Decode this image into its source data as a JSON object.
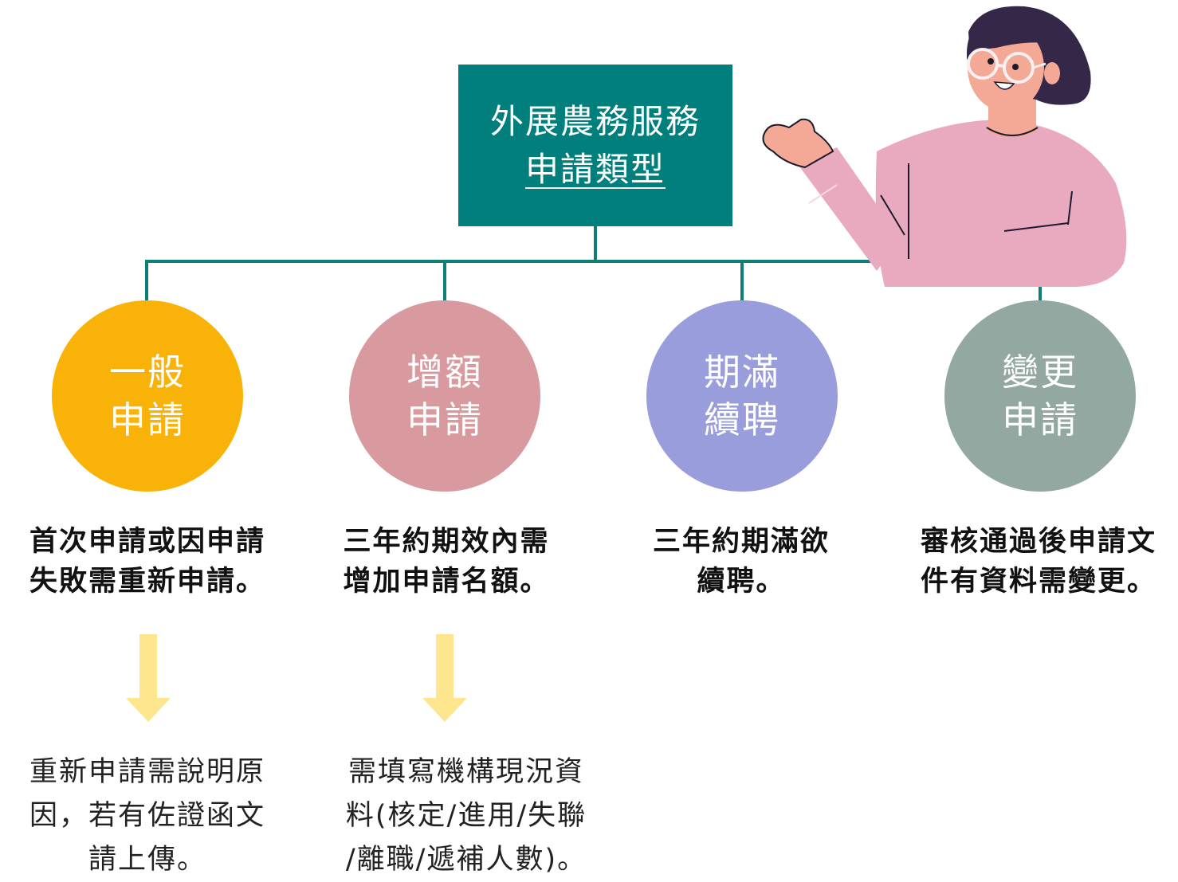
{
  "title": {
    "line1": "外展農務服務",
    "line2": "申請類型"
  },
  "colors": {
    "title_bg": "#007f7d",
    "connector": "#0f7d78",
    "general": "#f9b208",
    "increase": "#d89a9f",
    "renewal": "#9a9ddb",
    "change": "#93a8a1",
    "arrow": "#fde68e"
  },
  "categories": [
    {
      "label_line1": "一般",
      "label_line2": "申請",
      "desc_line1": "首次申請或因申請",
      "desc_line2": "失敗需重新申請。",
      "note_line1": "重新申請需說明原",
      "note_line2": "因，若有佐證函文",
      "note_line3": "請上傳。"
    },
    {
      "label_line1": "增額",
      "label_line2": "申請",
      "desc_line1": "三年約期效內需",
      "desc_line2": "增加申請名額。",
      "note_line1": "需填寫機構現況資",
      "note_line2": "料(核定/進用/失聯",
      "note_line3": "/離職/遞補人數)。"
    },
    {
      "label_line1": "期滿",
      "label_line2": "續聘",
      "desc_line1": "三年約期滿欲",
      "desc_line2": "續聘。"
    },
    {
      "label_line1": "變更",
      "label_line2": "申請",
      "desc_line1": "審核通過後申請文",
      "desc_line2": "件有資料需變更。"
    }
  ],
  "icons": {
    "illustration": "woman-presenting-illustration",
    "arrow": "down-arrow-icon"
  }
}
